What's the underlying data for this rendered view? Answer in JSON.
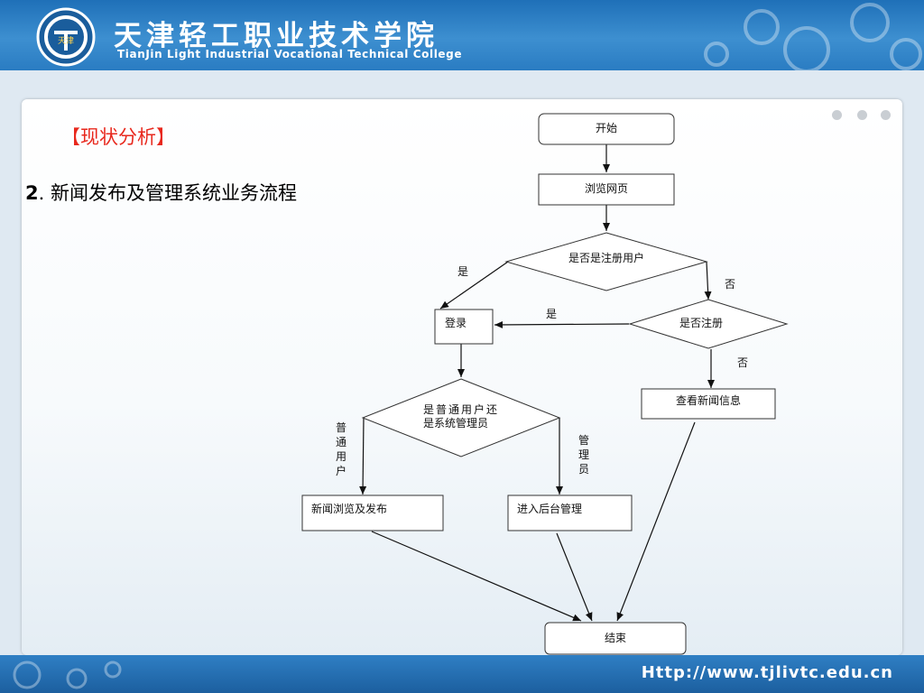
{
  "header": {
    "college_name_cn": "天津轻工职业技术学院",
    "college_name_en": "TianJin Light Industrial Vocational Technical College",
    "logo_text": "天津"
  },
  "slide": {
    "section_title": "【现状分析】",
    "subtitle_number": "2",
    "subtitle_text": "新闻发布及管理系统业务流程"
  },
  "footer": {
    "url": "Http://www.tjlivtc.edu.cn"
  },
  "flowchart": {
    "nodes": {
      "start": "开始",
      "browse": "浏览网页",
      "is_registered_user": "是否是注册用户",
      "login": "登录",
      "register_q": "是否注册",
      "view_news": "查看新闻信息",
      "role_q_line1": "是普通用户还",
      "role_q_line2": "是系统管理员",
      "news_browse_publish": "新闻浏览及发布",
      "backend": "进入后台管理",
      "end": "结束"
    },
    "edges": {
      "yes_1": "是",
      "no_1": "否",
      "yes_2": "是",
      "no_2": "否",
      "ordinary_user": [
        "普",
        "通",
        "用",
        "户"
      ],
      "administrator": [
        "管",
        "理",
        "员"
      ]
    }
  },
  "colors": {
    "header_blue": "#2a7cc2",
    "section_red": "#e8281d"
  }
}
